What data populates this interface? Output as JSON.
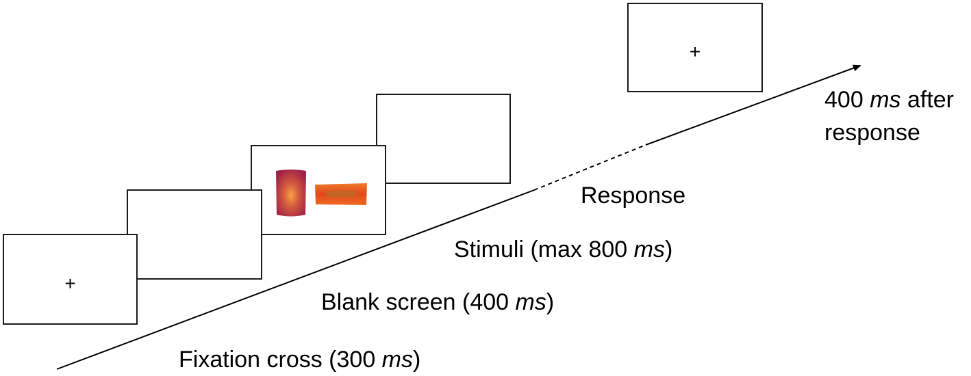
{
  "screens": {
    "fixation": {
      "symbol": "+"
    },
    "final": {
      "symbol": "+"
    }
  },
  "labels": {
    "fixation": {
      "pre": "Fixation cross (300 ",
      "unit": "ms",
      "post": ")"
    },
    "blank": {
      "pre": "Blank screen (400 ",
      "unit": "ms",
      "post": ")"
    },
    "stimuli": {
      "pre": "Stimuli (max 800 ",
      "unit": "ms",
      "post": ")"
    },
    "response": {
      "text": "Response"
    },
    "after": {
      "value": "400 ",
      "unit": "ms",
      "suffix": " after",
      "line2": "response"
    }
  },
  "colors": {
    "line": "#000000",
    "frame": "#1a1a1a",
    "snack_bag": "#b2304a",
    "snack_bar": "#e8501f"
  }
}
